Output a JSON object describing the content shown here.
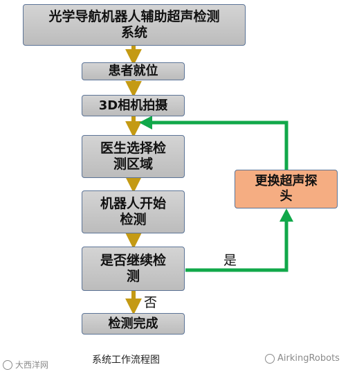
{
  "colors": {
    "box_fill": "#c8c8c8",
    "box_border": "#5b7396",
    "highlight_fill": "#f5ad82",
    "arrow_gold": "#c49a14",
    "arrow_green": "#11a84a"
  },
  "nodes": {
    "title": {
      "lines": [
        "光学导航机器人辅助超声检测",
        "系统"
      ]
    },
    "patient_ready": {
      "lines": [
        "患者就位"
      ]
    },
    "camera_capture": {
      "lines": [
        "3D相机拍摄"
      ]
    },
    "doctor_select": {
      "lines": [
        "医生选择检",
        "测区域"
      ]
    },
    "robot_start": {
      "lines": [
        "机器人开始",
        "检测"
      ]
    },
    "continue_check": {
      "lines": [
        "是否继续检",
        "测"
      ]
    },
    "done": {
      "lines": [
        "检测完成"
      ]
    },
    "replace_probe": {
      "lines": [
        "更换超声探",
        "头"
      ]
    }
  },
  "edge_labels": {
    "yes": "是",
    "no": "否"
  },
  "caption": "系统工作流程图",
  "watermark_left": "大西洋网",
  "watermark_right": "AirkingRobots"
}
